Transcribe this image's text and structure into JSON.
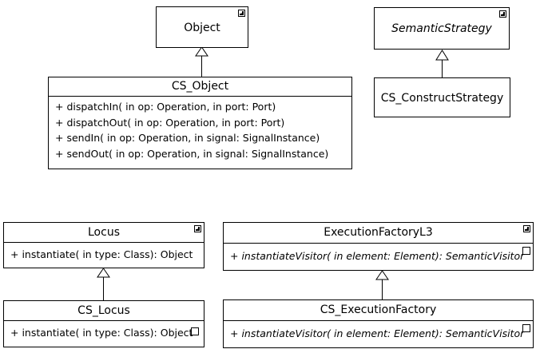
{
  "classes": {
    "object": {
      "name": "Object"
    },
    "semantic_strategy": {
      "name": "SemanticStrategy"
    },
    "cs_object": {
      "name": "CS_Object",
      "operations": [
        "+ dispatchIn(  in op: Operation,   in port: Port)",
        "+ dispatchOut(  in op: Operation,   in port: Port)",
        "+ sendIn(  in op: Operation,   in signal: SignalInstance)",
        "+ sendOut(  in op: Operation,   in signal: SignalInstance)"
      ]
    },
    "cs_construct_strategy": {
      "name": "CS_ConstructStrategy"
    },
    "locus": {
      "name": "Locus",
      "operations": [
        "+ instantiate(  in type: Class): Object"
      ]
    },
    "cs_locus": {
      "name": "CS_Locus",
      "operations": [
        "+ instantiate(  in type: Class): Object"
      ]
    },
    "execution_factory_l3": {
      "name": "ExecutionFactoryL3",
      "operations": [
        "+ instantiateVisitor(  in element: Element): SemanticVisitor"
      ]
    },
    "cs_execution_factory": {
      "name": "CS_ExecutionFactory",
      "operations": [
        "+ instantiateVisitor(  in element: Element): SemanticVisitor"
      ]
    }
  },
  "colors": {
    "line": "#000000",
    "fill": "#ffffff"
  }
}
